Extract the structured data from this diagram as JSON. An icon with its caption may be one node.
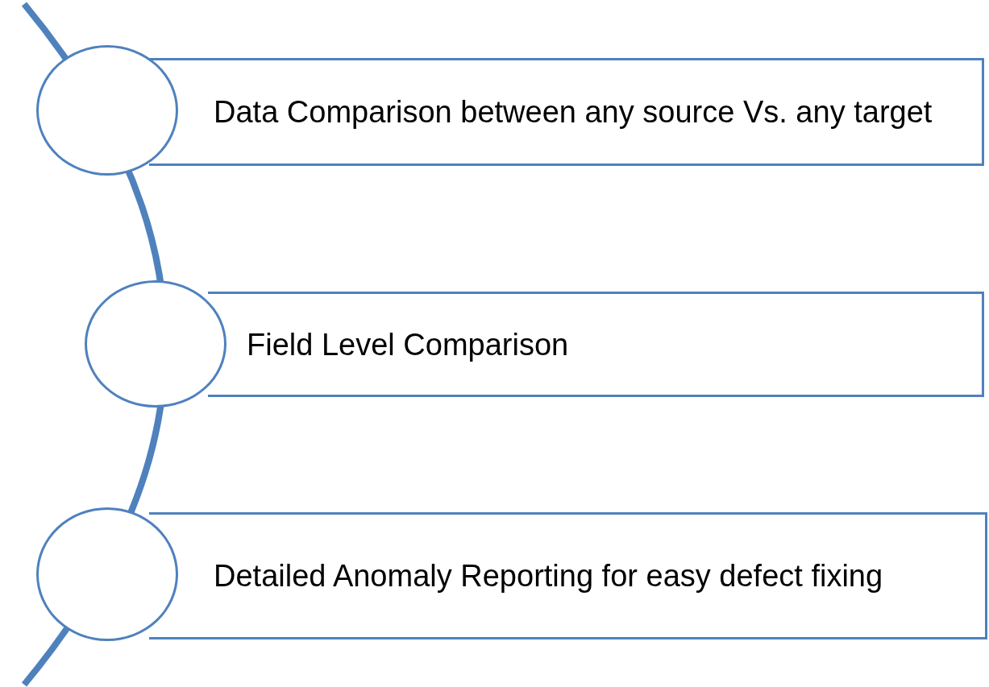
{
  "diagram": {
    "nodes": [
      {
        "text": [
          "Data Comparison between any source Vs. any target"
        ]
      },
      {
        "text": [],
        "shape": "circle"
      },
      {
        "text": [
          "Field Level Comparison"
        ]
      },
      {
        "text": [],
        "shape": "circle"
      },
      {
        "text": [
          "Detailed Anomaly Reporting for easy defect fixing"
        ]
      },
      {
        "text": [],
        "shape": "circle"
      }
    ]
  }
}
